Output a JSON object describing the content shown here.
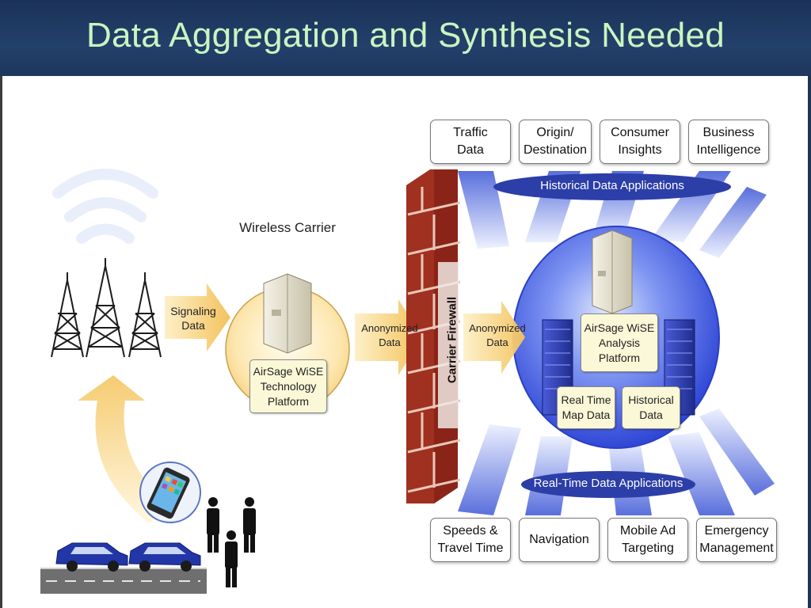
{
  "slide": {
    "title": "Data Aggregation and Synthesis Needed"
  },
  "historical_apps": [
    {
      "label": "Traffic\nData"
    },
    {
      "label": "Origin/\nDestination"
    },
    {
      "label": "Consumer\nInsights"
    },
    {
      "label": "Business\nIntelligence"
    }
  ],
  "realtime_apps": [
    {
      "label": "Speeds &\nTravel Time"
    },
    {
      "label": "Navigation"
    },
    {
      "label": "Mobile Ad\nTargeting"
    },
    {
      "label": "Emergency\nManagement"
    }
  ],
  "banners": {
    "historical": "Historical Data Applications",
    "realtime": "Real-Time Data Applications"
  },
  "flow": {
    "signaling": "Signaling\nData",
    "anon_left": "Anonymized\nData",
    "anon_right": "Anonymized\nData",
    "wireless_carrier": "Wireless Carrier",
    "carrier_platform": "AirSage WiSE\nTechnology\nPlatform",
    "firewall": "Carrier Firewall",
    "analysis_platform": "AirSage WiSE\nAnalysis\nPlatform",
    "realtime_map": "Real Time\nMap Data",
    "historical_data": "Historical\nData"
  },
  "colors": {
    "title_text": "#c9f5c0",
    "title_bg": "#1e3559",
    "brick": "#9c2a21",
    "globe_blue": "#3a56e0",
    "banner_blue": "#2c3ea8",
    "arrow_yellow": "#f3c96a"
  },
  "icons": [
    "cell-tower-icon",
    "server-icon",
    "smartphone-icon",
    "car-icon",
    "person-icon"
  ]
}
